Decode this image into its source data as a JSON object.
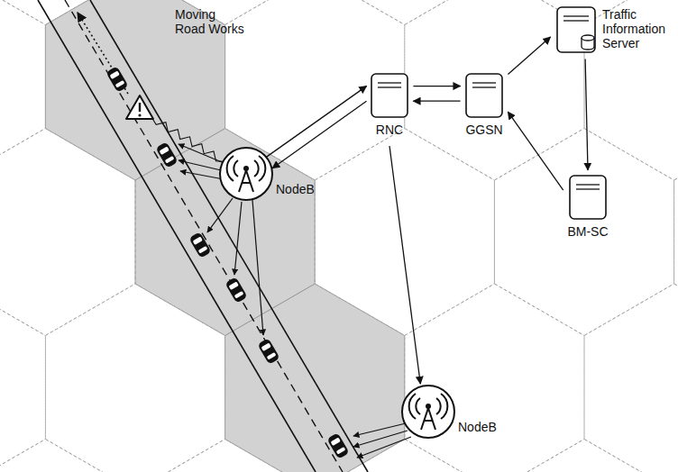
{
  "diagram": {
    "nodes": [
      {
        "text": [
          "Moving Road Works"
        ]
      },
      {
        "text": [
          "Traffic Information Server"
        ]
      },
      {
        "text": [
          "RNC"
        ]
      },
      {
        "text": [
          "GGSN"
        ]
      },
      {
        "text": [
          "NodeB"
        ]
      },
      {
        "text": [
          "BM-SC"
        ]
      },
      {
        "text": [
          "NodeB"
        ]
      }
    ],
    "edges": [
      {
        "from": 4,
        "to": 2,
        "arrow": "to"
      },
      {
        "from": 2,
        "to": 4,
        "arrow": "to"
      },
      {
        "from": 2,
        "to": 3,
        "arrow": "to"
      },
      {
        "from": 3,
        "to": 2,
        "arrow": "to"
      },
      {
        "from": 3,
        "to": 1,
        "arrow": "to"
      },
      {
        "from": 1,
        "to": 5,
        "arrow": "to"
      },
      {
        "from": 5,
        "to": 3,
        "arrow": "to"
      },
      {
        "from": 2,
        "to": 6,
        "arrow": "to"
      },
      {
        "from": 0,
        "to": 4,
        "arrow": "none"
      }
    ]
  }
}
